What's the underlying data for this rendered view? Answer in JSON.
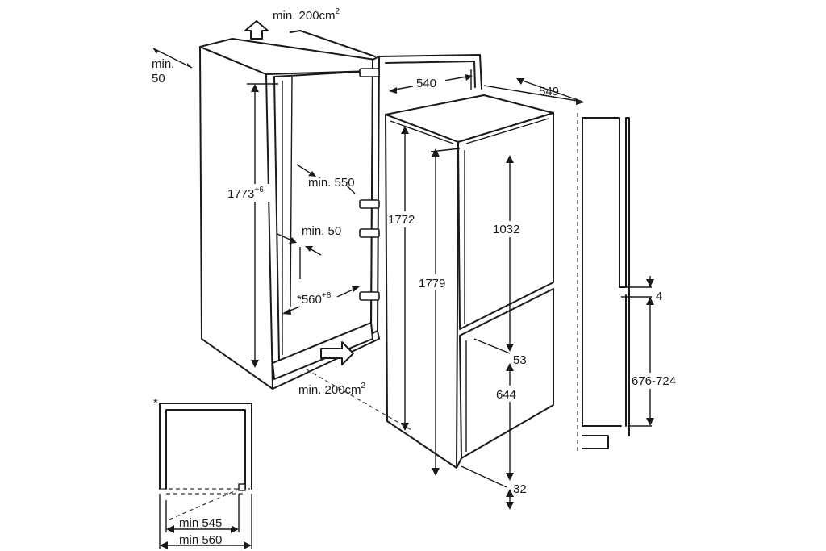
{
  "labels": {
    "top_vent": "min. 200cm",
    "top_vent_sup": "2",
    "bottom_vent": "min. 200cm",
    "bottom_vent_sup": "2",
    "niche_gap": "min.",
    "niche_gap_val": "50",
    "niche_height": "1773",
    "niche_height_sup": "+6",
    "niche_depth": "min. 550",
    "niche_rear_gap": "min. 50",
    "niche_width_prefix": "*",
    "niche_width": "560",
    "niche_width_sup": "+8",
    "appliance_width": "540",
    "appliance_depth": "549",
    "appliance_height_front": "1772",
    "appliance_height_total": "1779",
    "upper_door": "1032",
    "door_gap": "53",
    "lower_door": "644",
    "bottom_offset": "32",
    "gap_small": "4",
    "decor_door_range": "676-724",
    "plan_marker": "*",
    "plan_min_545": "min 545",
    "plan_min_560": "min 560"
  }
}
